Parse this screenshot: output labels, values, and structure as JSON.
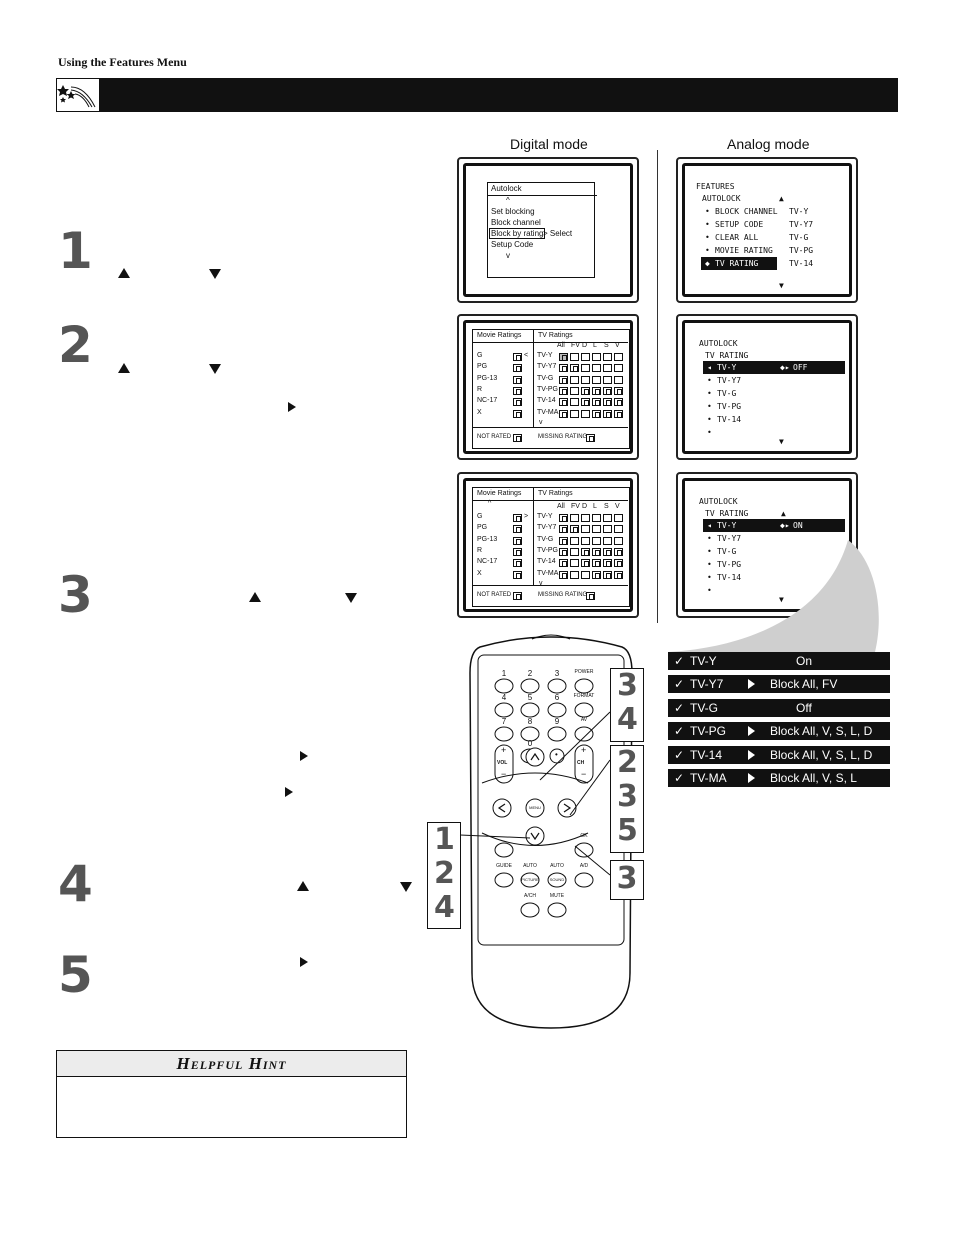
{
  "page": {
    "section_label": "Using the Features Menu"
  },
  "modes": {
    "digital": "Digital mode",
    "analog": "Analog mode"
  },
  "steps": [
    "1",
    "2",
    "3",
    "4",
    "5"
  ],
  "digital_menu": {
    "title": "Autolock",
    "up_arrow": "^",
    "items": [
      "Set blocking",
      "Block channel",
      "Block by rating",
      "Setup Code"
    ],
    "selected_suffix": "> Select",
    "down_arrow": "v"
  },
  "analog_menu_1": {
    "lines": [
      "FEATURES",
      "AUTOLOCK",
      "BLOCK CHANNEL",
      "SETUP CODE",
      "CLEAR ALL",
      "MOVIE RATING",
      "TV RATING"
    ],
    "right_col": [
      "TV-Y",
      "TV-Y7",
      "TV-G",
      "TV-PG",
      "TV-14"
    ]
  },
  "rating_grid": {
    "movie_header": "Movie Ratings",
    "tv_header": "TV Ratings",
    "columns": [
      "All",
      "FV",
      "D",
      "L",
      "S",
      "V"
    ],
    "movie_ratings": [
      "G",
      "PG",
      "PG-13",
      "R",
      "NC-17",
      "X"
    ],
    "tv_ratings": [
      "TV-Y",
      "TV-Y7",
      "TV-G",
      "TV-PG",
      "TV-14",
      "TV-MA"
    ],
    "not_rated": "NOT RATED",
    "missing_rating": "MISSING RATING",
    "up_arrow": "^",
    "down_arrow": "v",
    "lt": "<",
    "gt": ">"
  },
  "analog_menu_2": {
    "title1": "AUTOLOCK",
    "title2": "TV RATING",
    "selected": "TV-Y",
    "state": "OFF",
    "items": [
      "TV-Y7",
      "TV-G",
      "TV-PG",
      "TV-14"
    ]
  },
  "analog_menu_3": {
    "title1": "AUTOLOCK",
    "title2": "TV RATING",
    "selected": "TV-Y",
    "state": "ON",
    "items": [
      "TV-Y7",
      "TV-G",
      "TV-PG",
      "TV-14"
    ]
  },
  "rating_summary": [
    {
      "name": "TV-Y",
      "value": "On",
      "arrow": false
    },
    {
      "name": "TV-Y7",
      "value": "Block All, FV",
      "arrow": true
    },
    {
      "name": "TV-G",
      "value": "Off",
      "arrow": false
    },
    {
      "name": "TV-PG",
      "value": "Block All, V, S, L, D",
      "arrow": true
    },
    {
      "name": "TV-14",
      "value": "Block All, V, S, L, D",
      "arrow": true
    },
    {
      "name": "TV-MA",
      "value": "Block All, V, S, L",
      "arrow": true
    }
  ],
  "remote": {
    "numbers": [
      "1",
      "2",
      "3",
      "4",
      "5",
      "6",
      "7",
      "8",
      "9",
      "0"
    ],
    "power": "POWER",
    "format": "FORMAT",
    "av": "AV",
    "vol": "VOL",
    "ch": "CH",
    "menu": "MENU",
    "ok": "OK",
    "guide": "GUIDE",
    "auto1": "AUTO",
    "auto2": "AUTO",
    "picture": "PICTURE",
    "sound": "SOUND",
    "ad": "A/D",
    "ach": "A/CH",
    "mute": "MUTE",
    "plus": "+",
    "minus": "−",
    "dot": "•"
  },
  "callouts": {
    "c34": "3 4",
    "c235": "2 3 5",
    "c124": "1 2 4",
    "c3": "3"
  },
  "hint": {
    "title": "Helpful Hint"
  }
}
